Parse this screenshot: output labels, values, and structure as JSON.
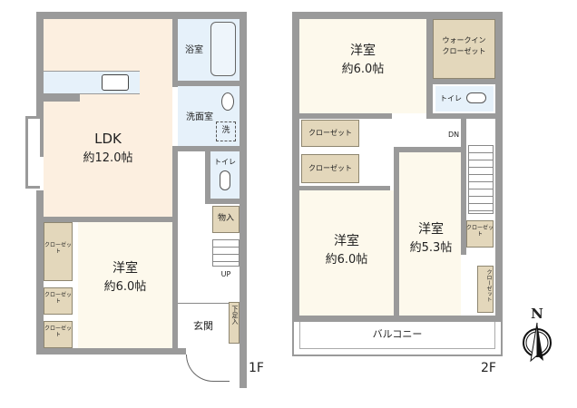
{
  "floor_plan": {
    "floor1": {
      "label": "1F",
      "rooms": [
        {
          "id": "ldk",
          "name": "LDK",
          "size": "約12.0帖"
        },
        {
          "id": "bath",
          "name": "浴室"
        },
        {
          "id": "washroom",
          "name": "洗面室",
          "fixture": "洗"
        },
        {
          "id": "toilet",
          "name": "トイレ"
        },
        {
          "id": "storage",
          "name": "物入"
        },
        {
          "id": "bedroom",
          "name": "洋室",
          "size": "約6.0帖"
        },
        {
          "id": "entrance",
          "name": "玄関"
        },
        {
          "id": "shoe-closet",
          "name": "下足入"
        }
      ],
      "closets": [
        "クローゼット",
        "クローゼット",
        "クローゼット"
      ],
      "stairs_label": "UP"
    },
    "floor2": {
      "label": "2F",
      "rooms": [
        {
          "id": "bedroom-north",
          "name": "洋室",
          "size": "約6.0帖"
        },
        {
          "id": "walkin",
          "name": "ウォークインクローゼット",
          "line1": "ウォークイン",
          "line2": "クローゼット"
        },
        {
          "id": "toilet",
          "name": "トイレ"
        },
        {
          "id": "bedroom-sw",
          "name": "洋室",
          "size": "約6.0帖"
        },
        {
          "id": "bedroom-se",
          "name": "洋室",
          "size": "約5.3帖"
        },
        {
          "id": "balcony",
          "name": "バルコニー"
        }
      ],
      "closets": [
        "クローゼット",
        "クローゼット",
        "クローゼット",
        "クローゼット"
      ],
      "stairs_label": "DN"
    },
    "compass": {
      "label": "N"
    }
  }
}
